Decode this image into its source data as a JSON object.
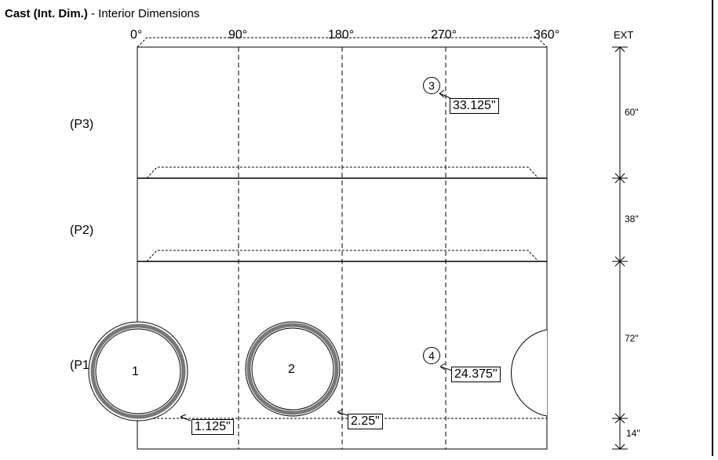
{
  "header": {
    "title_bold": "Cast (Int. Dim.)",
    "title_rest": " - Interior Dimensions"
  },
  "degrees": [
    "0°",
    "90°",
    "180°",
    "270°",
    "360°"
  ],
  "ext_label": "EXT",
  "panels": [
    "(P3)",
    "(P2)",
    "(P1"
  ],
  "section_dims": [
    "60\"",
    "38\"",
    "72\"",
    "14\""
  ],
  "openings": [
    {
      "label": "1",
      "offset": "1.125\""
    },
    {
      "label": "2",
      "offset": "2.25\""
    }
  ],
  "callouts": [
    {
      "number": "3",
      "value": "33.125\""
    },
    {
      "number": "4",
      "value": "24.375\""
    }
  ]
}
